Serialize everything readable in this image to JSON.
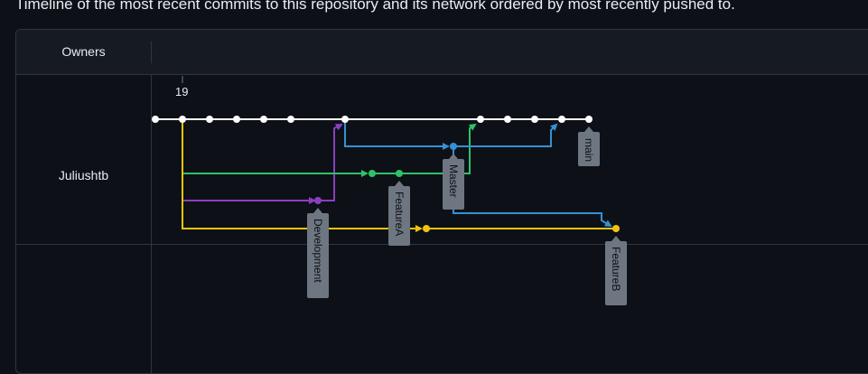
{
  "caption": "Timeline of the most recent commits to this repository and its network ordered by most recently pushed to.",
  "header": {
    "owners_label": "Owners"
  },
  "owners": [
    {
      "name": "Juliushtb"
    }
  ],
  "timeline": {
    "date_label": "19"
  },
  "colors": {
    "main": "#ffffff",
    "development": "#8b3fc0",
    "featureA": "#2fc169",
    "master": "#3590d6",
    "featureB": "#f1c30e",
    "label_bg": "#6e7681"
  },
  "branches": [
    {
      "id": "main",
      "label": "main"
    },
    {
      "id": "master",
      "label": "Master"
    },
    {
      "id": "featureA",
      "label": "FeatureA"
    },
    {
      "id": "development",
      "label": "Development"
    },
    {
      "id": "featureB",
      "label": "FeatureB"
    }
  ]
}
